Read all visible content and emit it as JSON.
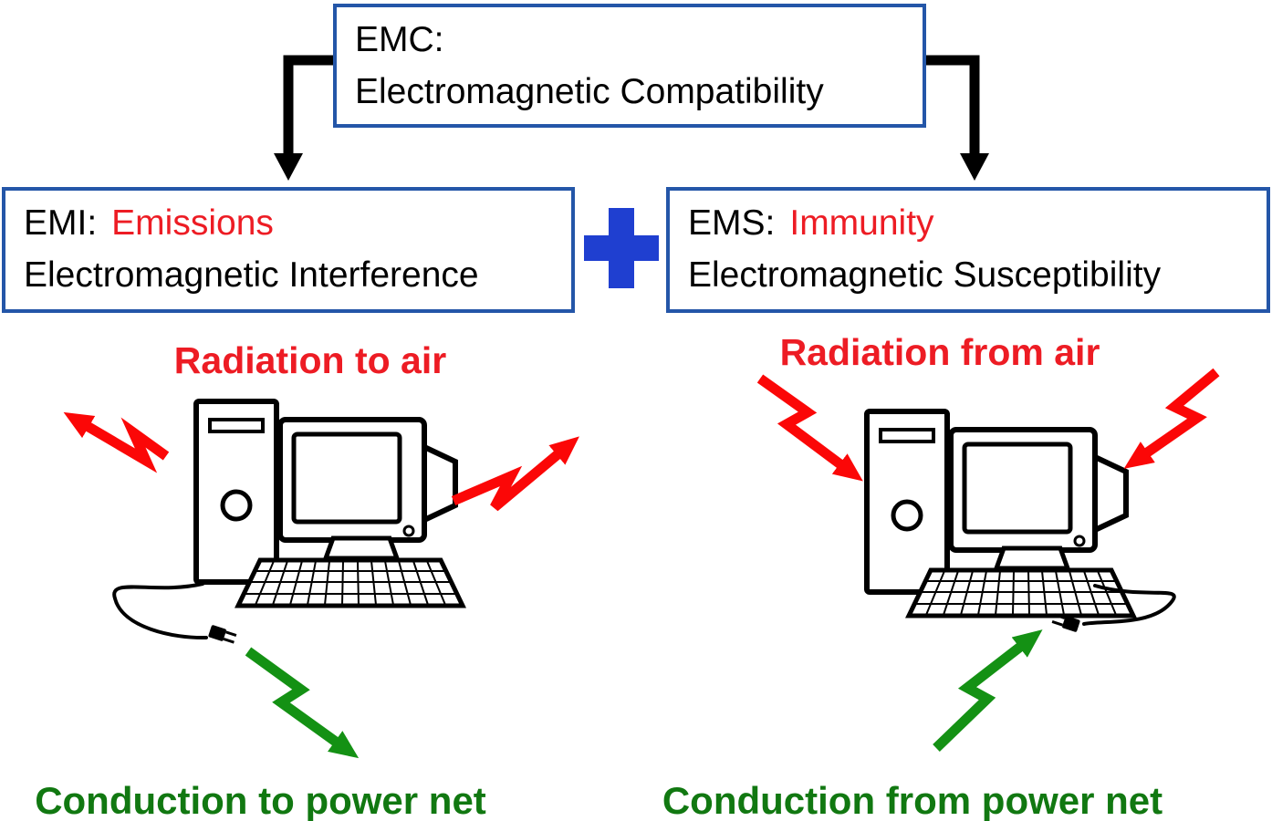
{
  "diagram": {
    "emc_box": {
      "line1": "EMC:",
      "line2": "Electromagnetic Compatibility"
    },
    "emi_box": {
      "abbr": "EMI:",
      "keyword": "Emissions",
      "line2": "Electromagnetic Interference"
    },
    "ems_box": {
      "abbr": "EMS:",
      "keyword": "Immunity",
      "line2": "Electromagnetic Susceptibility"
    },
    "plus_sign": "+",
    "labels": {
      "radiation_left": "Radiation to air",
      "radiation_right": "Radiation from air",
      "conduction_left": "Conduction to power net",
      "conduction_right": "Conduction from power net"
    },
    "icons": {
      "left": "computer-icon-left",
      "right": "computer-icon-right"
    },
    "colors": {
      "box_border": "#2456a8",
      "plus": "#1f3fd0",
      "emphasis_red": "#ed1c24",
      "arrow_red": "#fb0707",
      "arrow_green": "#149114",
      "conduction_green": "#117811",
      "arrow_black": "#000000"
    }
  }
}
